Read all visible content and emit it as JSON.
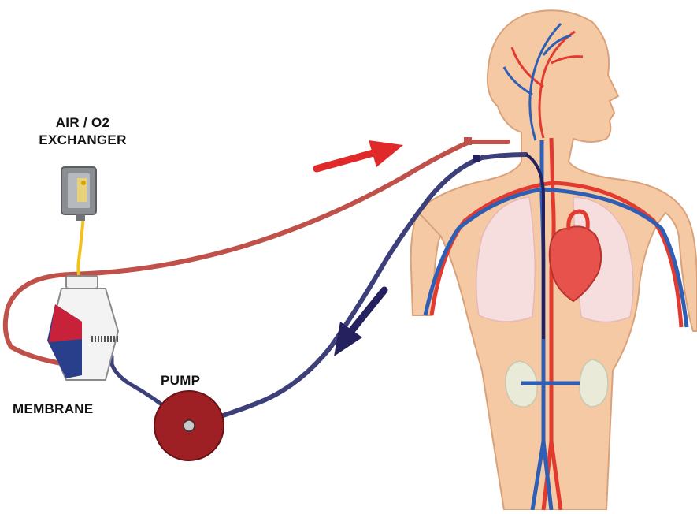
{
  "labels": {
    "exchanger_line1": "AIR / O2",
    "exchanger_line2": "EXCHANGER",
    "pump": "PUMP",
    "membrane": "MEMBRANE"
  },
  "colors": {
    "oxygenated_tube": "#c0504a",
    "deoxygenated_tube": "#3d3f7a",
    "oxygen_line": "#f2c21b",
    "skin": "#f4c9a3",
    "artery": "#e23a2f",
    "vein": "#2f5fb4",
    "heart": "#e8524c",
    "lung": "#f7dede",
    "kidney": "#e9ead8",
    "pump_body": "#9e1f24",
    "red_arrow": "#e02a2a",
    "blue_arrow": "#25215e"
  },
  "icons": {
    "exchanger": "oxygen-exchanger-icon",
    "membrane": "membrane-oxygenator-icon",
    "pump": "pump-icon",
    "body": "human-circulatory-system-icon",
    "flow_out": "red-arrow-icon",
    "flow_in": "blue-arrow-icon"
  }
}
